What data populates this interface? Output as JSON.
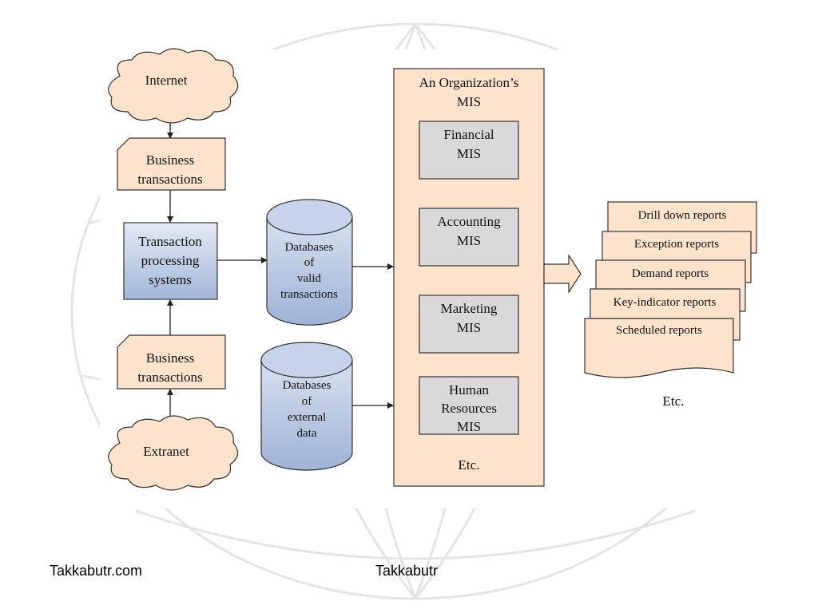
{
  "colors": {
    "peach": "#fde3cc",
    "peach_border": "#333333",
    "grey_box": "#d9d9d9",
    "blue_top": "#dfe6f3",
    "blue_bottom": "#a9bcdb",
    "watermark": "#e6e6e6"
  },
  "nodes": {
    "internet": "Internet",
    "extranet": "Extranet",
    "business_top": [
      "Business",
      "transactions"
    ],
    "business_bottom": [
      "Business",
      "transactions"
    ],
    "tps": [
      "Transaction",
      "processing",
      "systems"
    ],
    "db_valid": [
      "Databases",
      "of",
      "valid",
      "transactions"
    ],
    "db_external": [
      "Databases",
      "of",
      "external",
      "data"
    ]
  },
  "mis": {
    "title": [
      "An Organization’s",
      "MIS"
    ],
    "subsystems": [
      [
        "Financial",
        "MIS"
      ],
      [
        "Accounting",
        "MIS"
      ],
      [
        "Marketing",
        "MIS"
      ],
      [
        "Human",
        "Resources",
        "MIS"
      ]
    ],
    "etc": "Etc."
  },
  "reports": {
    "items": [
      "Drill down reports",
      "Exception reports",
      "Demand reports",
      "Key-indicator reports",
      "Scheduled reports"
    ],
    "etc": "Etc."
  },
  "footer": {
    "left": "Takkabutr.com",
    "center": "Takkabutr"
  }
}
